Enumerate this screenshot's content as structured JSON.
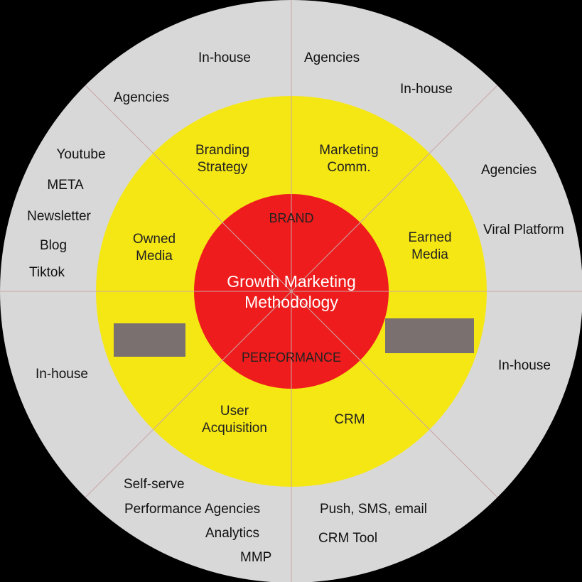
{
  "colors": {
    "background": "#000000",
    "outer_ring": "#d8d8d8",
    "middle_ring": "#f5e714",
    "core": "#ee1c1c",
    "divider": "#c9a7a7",
    "placeholder_box": "#7a7070"
  },
  "core": {
    "title_line1": "Growth Marketing",
    "title_line2": "Methodology",
    "top_label": "BRAND",
    "bottom_label": "PERFORMANCE"
  },
  "segments": {
    "branding_strategy": {
      "line1": "Branding",
      "line2": "Strategy"
    },
    "marketing_comm": {
      "line1": "Marketing",
      "line2": "Comm."
    },
    "owned_media": {
      "line1": "Owned",
      "line2": "Media"
    },
    "earned_media": {
      "line1": "Earned",
      "line2": "Media"
    },
    "user_acquisition": {
      "line1": "User",
      "line2": "Acquisition"
    },
    "crm": {
      "line1": "CRM"
    }
  },
  "outer": {
    "branding": [
      "In-house",
      "Agencies"
    ],
    "marketing": [
      "Agencies",
      "In-house"
    ],
    "owned_media": [
      "Youtube",
      "META",
      "Newsletter",
      "Blog",
      "Tiktok"
    ],
    "earned_media": [
      "Agencies",
      "Viral Platform"
    ],
    "left_lower": [
      "In-house"
    ],
    "right_lower": [
      "In-house"
    ],
    "user_acquisition": [
      "Self-serve",
      "Performance Agencies",
      "Analytics",
      "MMP"
    ],
    "crm": [
      "Push, SMS, email",
      "CRM Tool"
    ]
  }
}
